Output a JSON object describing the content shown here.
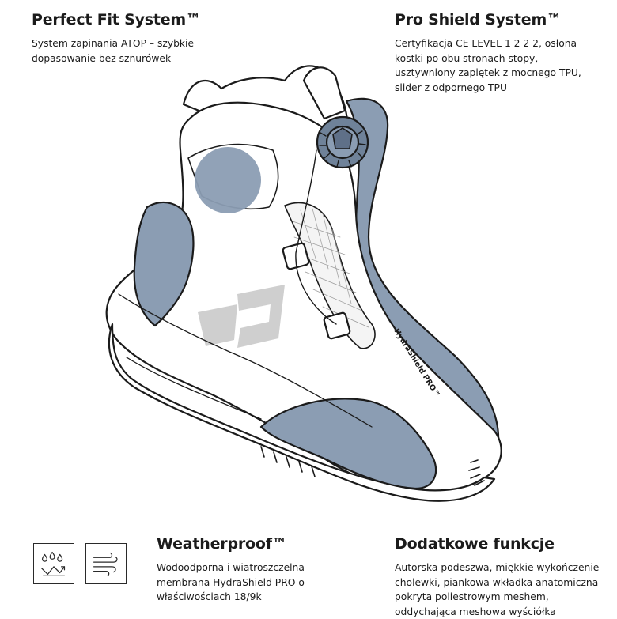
{
  "features": {
    "fit": {
      "title": "Perfect Fit System™",
      "description": "System zapinania ATOP – szybkie dopasowanie bez sznurówek"
    },
    "shield": {
      "title": "Pro Shield System™",
      "description": "Certyfikacja CE LEVEL 1 2 2 2, osłona kostki po obu stronach stopy, usztywniony zapiętek z mocnego TPU, slider z odpornego TPU"
    },
    "weather": {
      "title": "Weatherproof™",
      "description": "Wodoodporna i wiatroszczelna membrana HydraShield PRO o właściwościach 18/9k"
    },
    "extra": {
      "title": "Dodatkowe funkcje",
      "description": "Autorska podeszwa, miękkie wykończenie cholewki, piankowa wkładka anatomiczna pokryta poliestrowym meshem, oddychająca meshowa wyściółka"
    }
  },
  "illustration": {
    "membrane_label": "HydraShield PRO™",
    "accent_color": "#8b9db3",
    "accent_dark": "#6f8299",
    "line_color": "#1b1b1b",
    "logo_color": "#cfcfcf"
  },
  "icons": [
    {
      "name": "water-drops-icon"
    },
    {
      "name": "wind-icon"
    }
  ]
}
